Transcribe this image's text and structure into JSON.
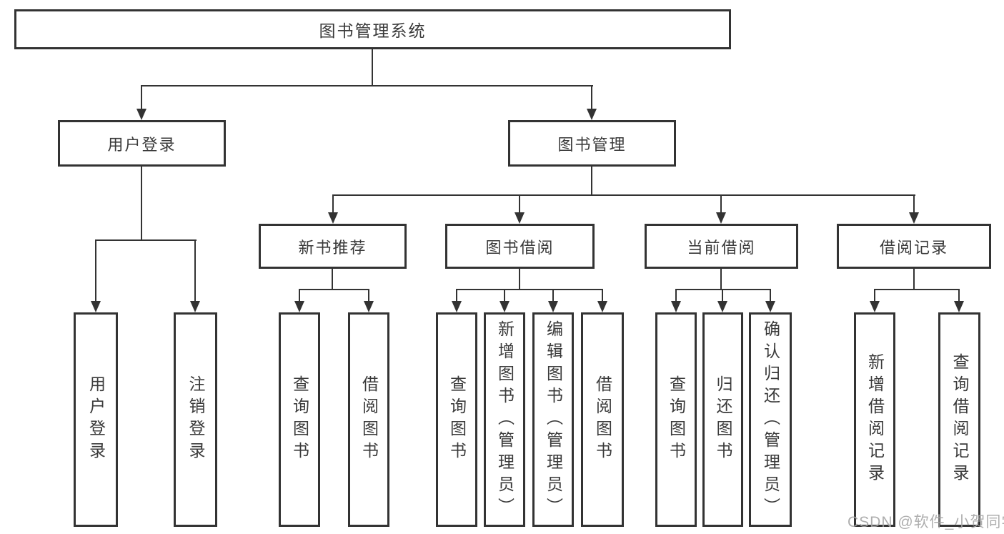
{
  "page": {
    "background": "#ffffff"
  },
  "diagram": {
    "type": "hierarchy-tree",
    "line_color": "#333333",
    "text_color": "#3a3a3a",
    "root": {
      "label": "图书管理系统"
    },
    "level2": [
      {
        "label": "用户登录"
      },
      {
        "label": "图书管理"
      }
    ],
    "level3": [
      {
        "label": "新书推荐"
      },
      {
        "label": "图书借阅"
      },
      {
        "label": "当前借阅"
      },
      {
        "label": "借阅记录"
      }
    ],
    "leaves": [
      {
        "label": "用户登录"
      },
      {
        "label": "注销登录"
      },
      {
        "label": "查询图书"
      },
      {
        "label": "借阅图书"
      },
      {
        "label": "查询图书"
      },
      {
        "label": "新增图书（管理员）"
      },
      {
        "label": "编辑图书（管理员）"
      },
      {
        "label": "借阅图书"
      },
      {
        "label": "查询图书"
      },
      {
        "label": "归还图书"
      },
      {
        "label": "确认归还（管理员）"
      },
      {
        "label": "新增借阅记录"
      },
      {
        "label": "查询借阅记录"
      }
    ]
  },
  "watermark": {
    "text": "CSDN @软件_小贺同学",
    "color": "#a6a6a6"
  }
}
